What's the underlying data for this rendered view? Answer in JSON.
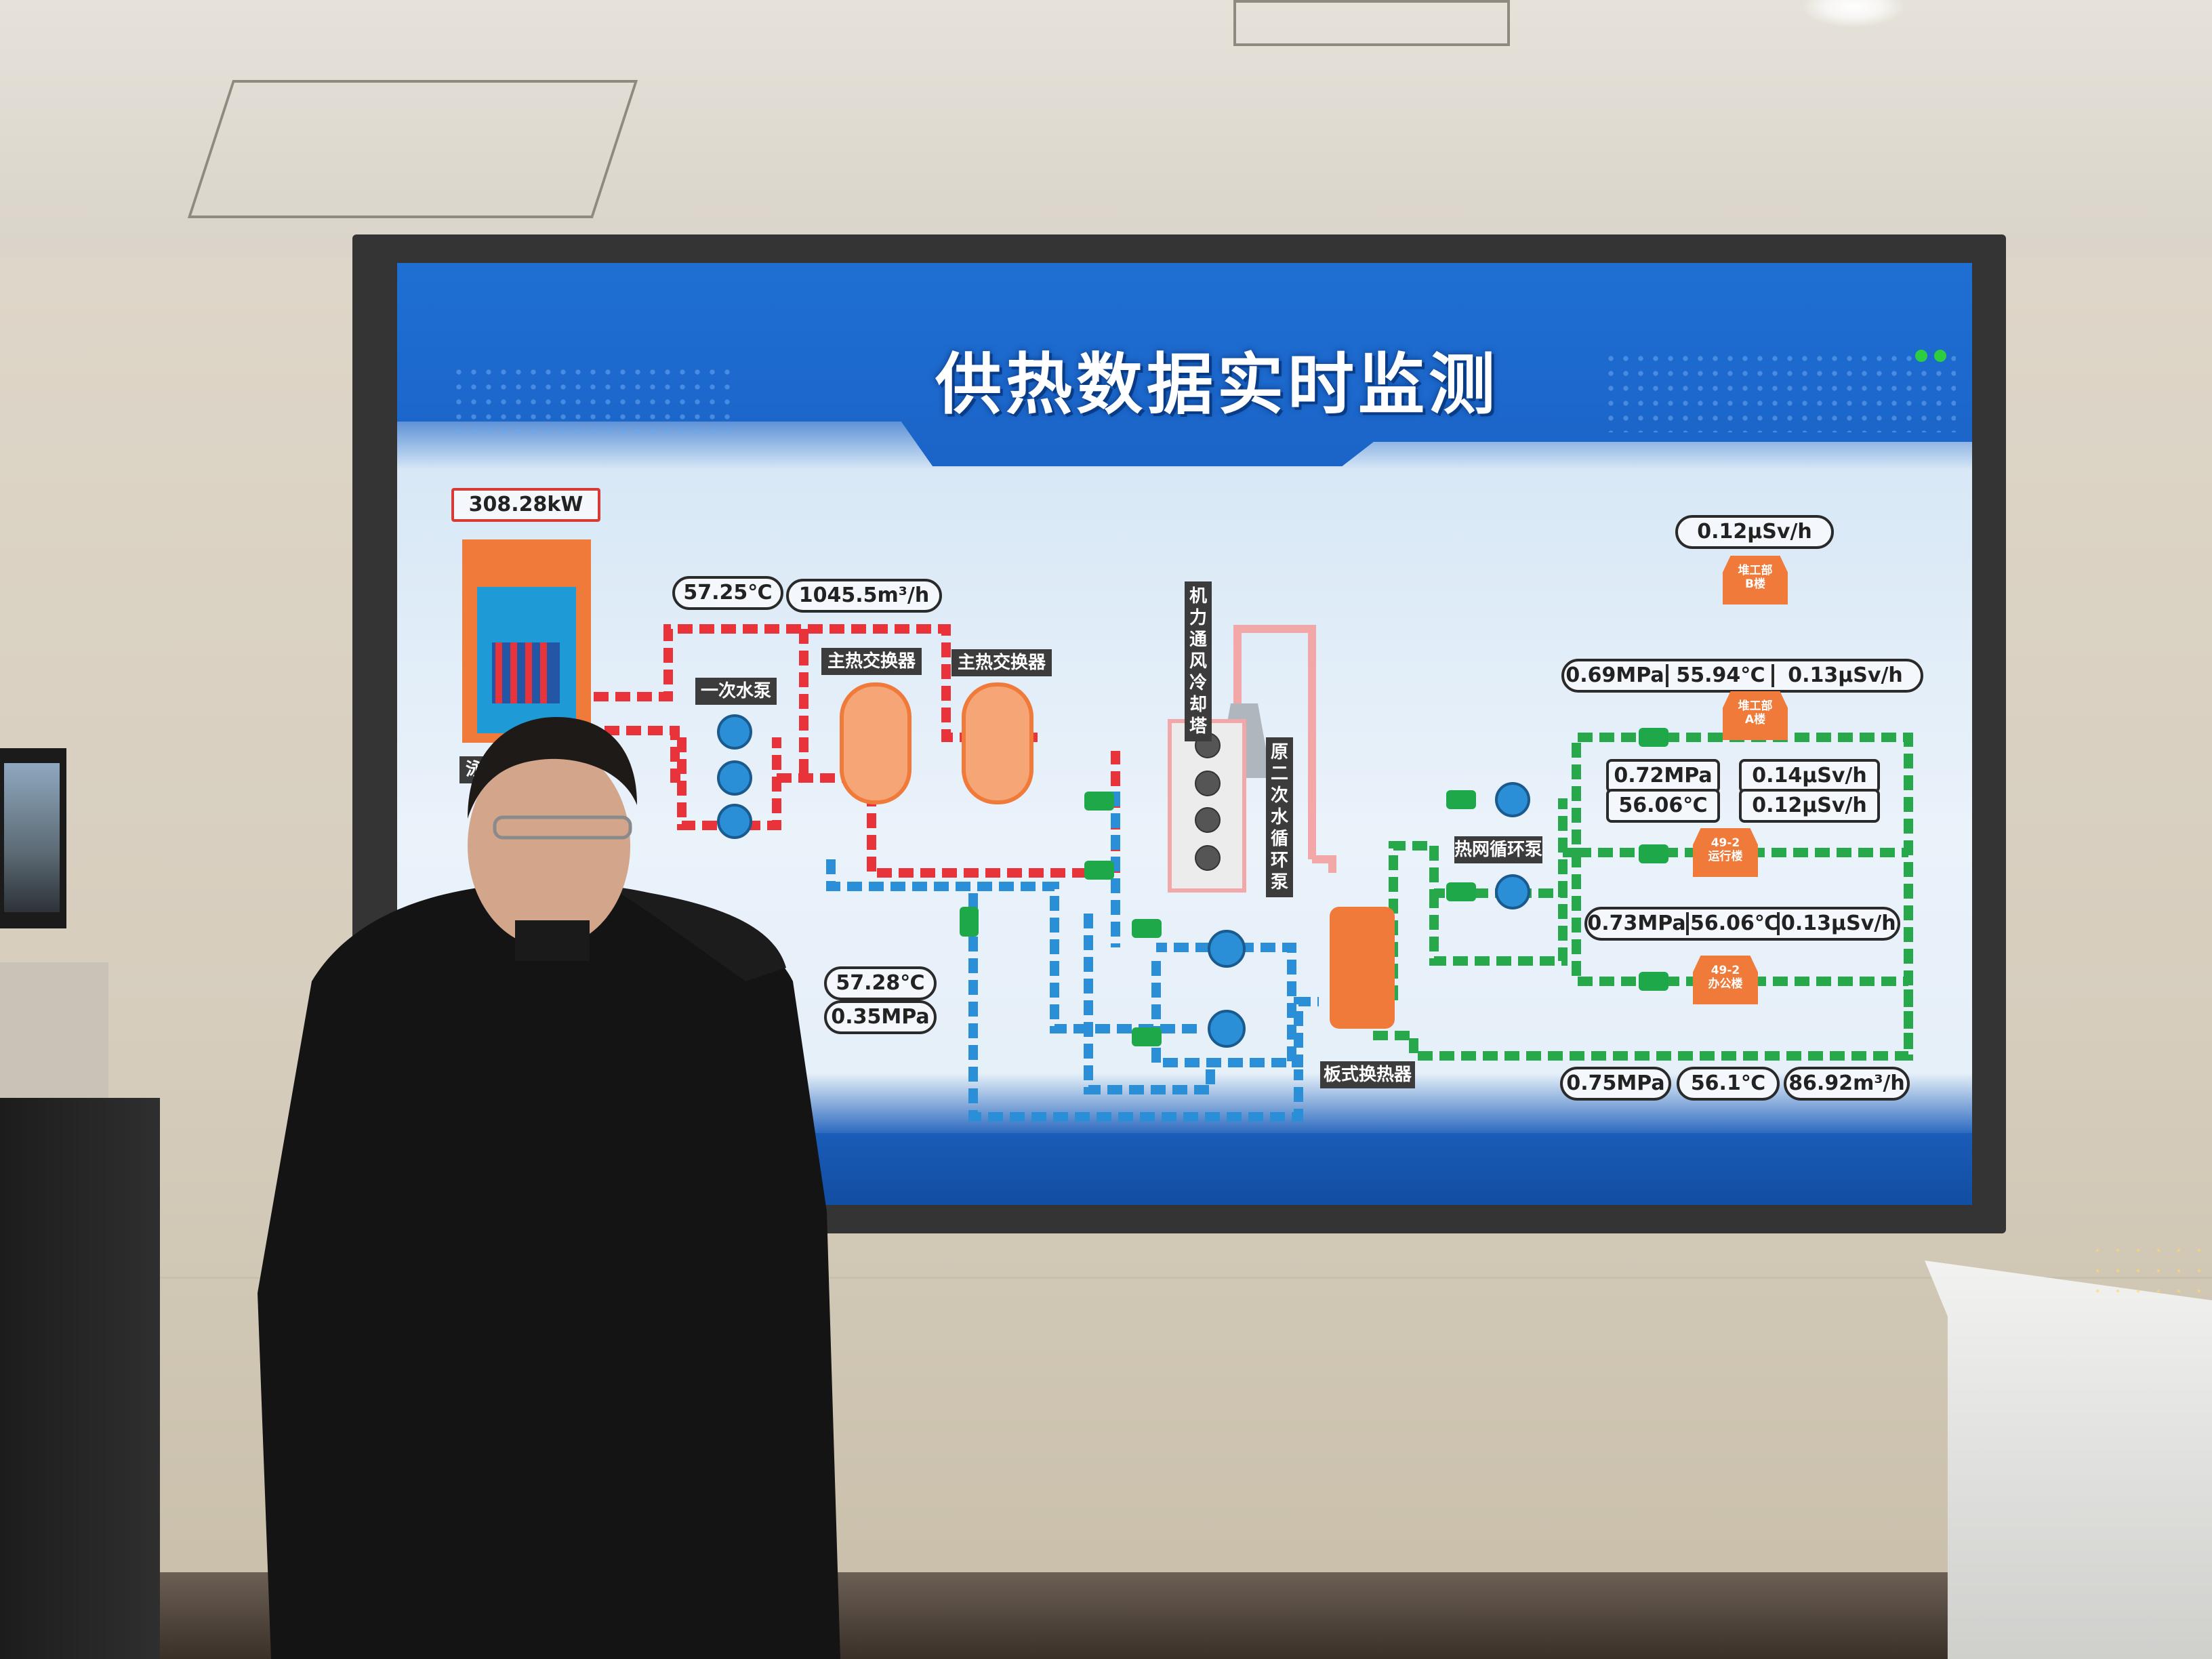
{
  "screen": {
    "title": "供热数据实时监测",
    "colors": {
      "screen_blue": "#1b63c6",
      "hot_pipe": "#e8333a",
      "return_pipe": "#2a8fd6",
      "network_pipe": "#27a84a",
      "component_orange": "#f07a3a",
      "cooling_pipe": "#f2a8a8"
    },
    "readouts": {
      "reactor_power": "308.28kW",
      "primary_temp": "57.25℃",
      "primary_flow": "1045.5m³/h",
      "return_temp": "57.28℃",
      "return_pressure": "0.35MPa",
      "b_radiation": "0.12μSv/h",
      "a_pressure": "0.69MPa",
      "a_temp": "55.94℃",
      "a_radiation": "0.13μSv/h",
      "run_pressure": "0.72MPa",
      "run_temp": "56.06℃",
      "run_radiation_1": "0.14μSv/h",
      "run_radiation_2": "0.12μSv/h",
      "office_pressure": "0.73MPa",
      "office_temp": "56.06℃",
      "office_radiation": "0.13μSv/h",
      "main_pressure": "0.75MPa",
      "main_temp": "56.1℃",
      "main_flow": "86.92m³/h"
    },
    "labels": {
      "pool": "泳池式",
      "primary_pump": "一次水泵",
      "hx1": "主热交换器",
      "hx2": "主热交换器",
      "cooling_tower": "机力通风冷却塔",
      "secondary_pump": "原二次水循环泵",
      "network_pump": "热网循环泵",
      "plate_hx": "板式换热器"
    },
    "buildings": {
      "b": [
        "堆工部",
        "B楼"
      ],
      "a": [
        "堆工部",
        "A楼"
      ],
      "run": [
        "49-2",
        "运行楼"
      ],
      "office": [
        "49-2",
        "办公楼"
      ]
    }
  }
}
